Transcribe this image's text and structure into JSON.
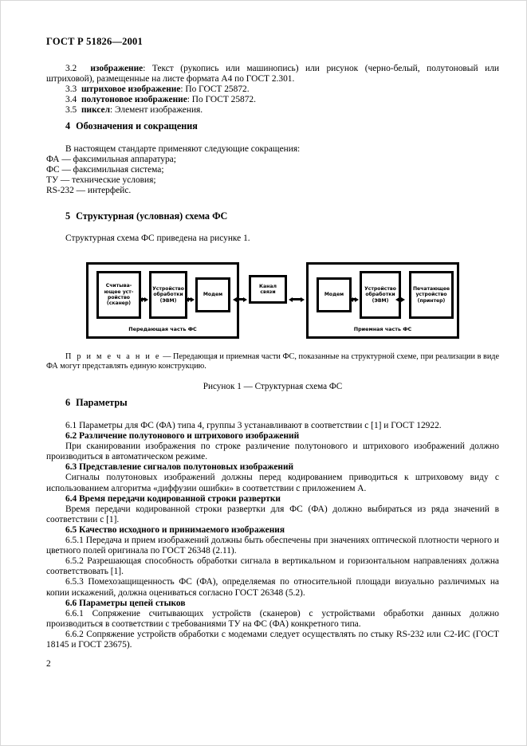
{
  "document": {
    "standard_header": "ГОСТ Р 51826—2001",
    "page_number": "2"
  },
  "clauses_3": {
    "c3_2": {
      "number": "3.2",
      "term": "изображение",
      "text": ": Текст (рукопись или машинопись) или рисунок (черно-белый, полутоновый или штриховой), размещенные на листе формата А4 по ГОСТ 2.301."
    },
    "c3_3": {
      "number": "3.3",
      "term": "штриховое изображение",
      "text": ": По ГОСТ 25872."
    },
    "c3_4": {
      "number": "3.4",
      "term": "полутоновое изображение",
      "text": ": По ГОСТ 25872."
    },
    "c3_5": {
      "number": "3.5",
      "term": "пиксел",
      "text": ": Элемент изображения."
    }
  },
  "section_4": {
    "number": "4",
    "title": "Обозначения и сокращения",
    "intro": "В настоящем стандарте применяют следующие сокращения:",
    "abbreviations": [
      "ФА — факсимильная аппаратура;",
      "ФС — факсимильная система;",
      "ТУ — технические условия;",
      "RS-232 — интерфейс."
    ]
  },
  "section_5": {
    "number": "5",
    "title": "Структурная (условная) схема ФС",
    "intro": "Структурная схема ФС приведена на рисунке 1."
  },
  "figure": {
    "transmit_part_caption": "Передающая часть ФС",
    "receive_part_caption": "Приемная часть ФС",
    "blocks": {
      "scanner": "Считыва­ющее уст­ройство (сканер)",
      "processing_tx": "Устрой­ство об­работки (ЭВМ)",
      "modem_tx": "Модем",
      "channel": "Канал связи",
      "modem_rx": "Модем",
      "processing_rx": "Устрой­ство об­работки (ЭВМ)",
      "printer": "Печатаю­щее уст­ройство (принтер)"
    },
    "note_label": "П р и м е ч а н и е",
    "note_text": " — Передающая и приемная части ФС, показанные на структурной схеме, при реализации в виде ФА могут представлять единую конструкцию.",
    "caption": "Рисунок 1 — Структурная схема ФС"
  },
  "section_6": {
    "number": "6",
    "title": "Параметры",
    "c6_1": "6.1  Параметры для ФС (ФА) типа 4, группы 3 устанавливают в соответствии с [1] и ГОСТ 12922.",
    "c6_2": {
      "heading": "6.2  Различение полутонового и штрихового изображений",
      "text": "При сканировании изображения по строке различение полутонового и штрихового изображений должно производиться в автоматическом режиме."
    },
    "c6_3": {
      "heading": "6.3  Представление сигналов полутоновых изображений",
      "text": "Сигналы полутоновых изображений должны перед кодированием приводиться к штриховому виду с использованием алгоритма «диффузии ошибки» в соответствии с приложением А."
    },
    "c6_4": {
      "heading": "6.4  Время передачи кодированной строки развертки",
      "text": "Время передачи кодированной строки развертки для ФС (ФА) должно выбираться из ряда значений в соответствии с [1]."
    },
    "c6_5": {
      "heading": "6.5  Качество исходного и принимаемого изображения",
      "items": [
        "6.5.1  Передача и прием изображений должны быть обеспечены при значениях оптической плотности черного и цветного полей оригинала по ГОСТ 26348 (2.11).",
        "6.5.2  Разрешающая способность обработки сигнала в вертикальном и горизонтальном направлениях должна соответствовать [1].",
        "6.5.3  Помехозащищенность ФС (ФА), определяемая по относительной площади визуально различимых на копии искажений, должна оцениваться согласно ГОСТ 26348 (5.2)."
      ]
    },
    "c6_6": {
      "heading": "6.6  Параметры цепей стыков",
      "items": [
        "6.6.1  Сопряжение считывающих устройств (сканеров) с устройствами обработки данных должно производиться в соответствии с требованиями ТУ на ФС (ФА) конкретного типа.",
        "6.6.2  Сопряжение устройств обработки с модемами следует осуществлять по стыку RS-232 или С2-ИС (ГОСТ 18145 и ГОСТ 23675)."
      ]
    }
  }
}
